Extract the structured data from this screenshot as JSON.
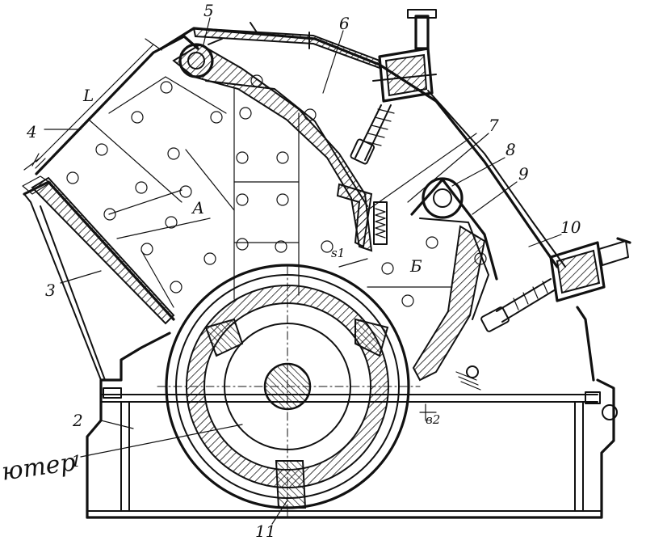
{
  "figure": {
    "labels": {
      "l1": "1",
      "l2": "2",
      "l3": "3",
      "l4": "4",
      "l5": "5",
      "l6": "6",
      "l7": "7",
      "l8": "8",
      "l9": "9",
      "l10": "10",
      "l11": "11",
      "dim_L": "L",
      "zone_A": "А",
      "zone_B": "Б",
      "gap_s1": "s1",
      "gap_b2": "в2",
      "margin_note": "ютер"
    },
    "colors": {
      "ink": "#111111",
      "paper": "#ffffff"
    }
  }
}
